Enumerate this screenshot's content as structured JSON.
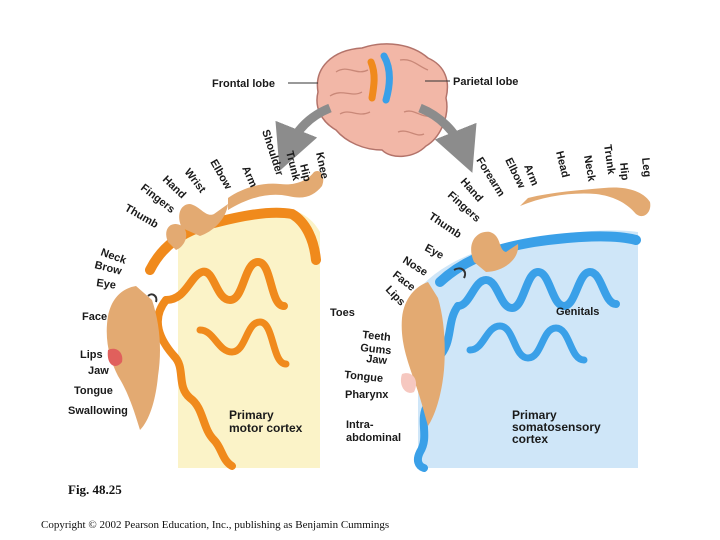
{
  "figure": {
    "number": "Fig. 48.25",
    "copyright": "Copyright © 2002 Pearson Education, Inc., publishing as Benjamin Cummings"
  },
  "brain": {
    "frontal_lobe": "Frontal lobe",
    "parietal_lobe": "Parietal lobe"
  },
  "motor": {
    "title_line1": "Primary",
    "title_line2": "motor cortex",
    "arc_labels": [
      "Knee",
      "Hip",
      "Trunk",
      "Shoulder",
      "Arm",
      "Elbow",
      "Wrist",
      "Hand",
      "Fingers",
      "Thumb",
      "Neck",
      "Brow",
      "Eye"
    ],
    "side_labels": [
      "Face",
      "Lips",
      "Jaw",
      "Tongue",
      "Swallowing"
    ],
    "toes": "Toes"
  },
  "sensory": {
    "title_line1": "Primary",
    "title_line2": "somatosensory",
    "title_line3": "cortex",
    "arc_labels": [
      "Leg",
      "Hip",
      "Trunk",
      "Neck",
      "Head",
      "Arm",
      "Elbow",
      "Forearm",
      "Hand",
      "Fingers",
      "Thumb",
      "Eye",
      "Nose",
      "Face",
      "Lips"
    ],
    "side_labels": [
      "Genitals",
      "Teeth",
      "Gums",
      "Jaw",
      "Tongue",
      "Pharynx",
      "Intra-",
      "abdominal"
    ]
  },
  "colors": {
    "motor_cortex": "#f08a1c",
    "motor_region": "#fbf3c8",
    "sensory_cortex": "#3aa0e8",
    "sensory_region": "#cfe6f8",
    "homunculus_skin": "#e3aa72",
    "brain": "#f2b7a7",
    "arrow": "#8c8c8c"
  }
}
